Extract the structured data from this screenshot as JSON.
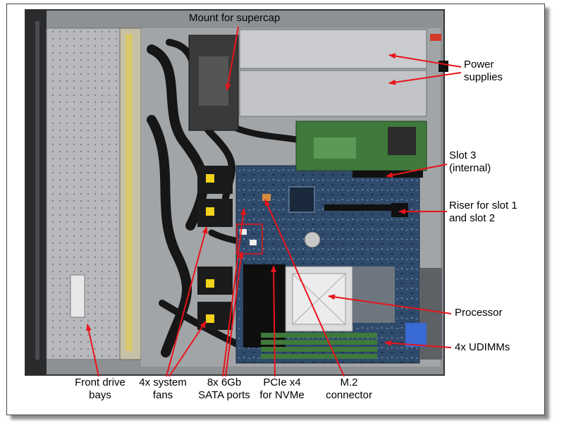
{
  "callouts": {
    "mount_supercap": "Mount for supercap",
    "power_supplies": "Power\nsupplies",
    "slot3": "Slot 3\n(internal)",
    "riser": "Riser for slot 1\nand slot 2",
    "processor": "Processor",
    "udimms": "4x UDIMMs",
    "m2": "M.2\nconnector",
    "pcie": "PCIe x4\nfor NVMe",
    "sata": "8x 6Gb\nSATA ports",
    "fans": "4x system\nfans",
    "front_bays": "Front drive\nbays"
  },
  "colors": {
    "arrow": "#e8141b",
    "chassis": "#9a9c9f",
    "board": "#2f4a6a",
    "pcb_green": "#3f7a3c",
    "cable": "#1a1a1a",
    "fan_label": "#f2d21a"
  },
  "icons": {
    "server_photo": "server-top-view-photo"
  }
}
